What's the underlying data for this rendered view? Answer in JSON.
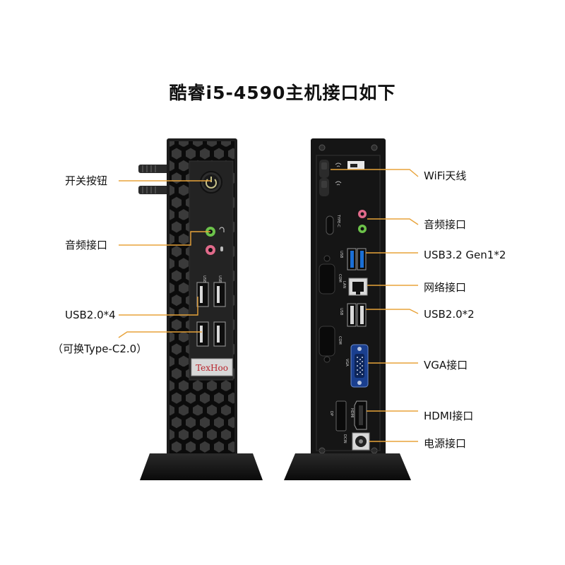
{
  "title": "酷睿i5-4590主机接口如下",
  "front_labels": {
    "power_button": "开关按钮",
    "audio": "音频接口",
    "usb": "USB2.0*4",
    "usb_note": "（可换Type-C2.0）"
  },
  "rear_labels": {
    "wifi": "WiFi天线",
    "audio": "音频接口",
    "usb3": "USB3.2 Gen1*2",
    "lan": "网络接口",
    "usb2": "USB2.0*2",
    "vga": "VGA接口",
    "hdmi": "HDMI接口",
    "power": "电源接口"
  },
  "brand": "TexHoo",
  "port_marks": {
    "usb": "USB",
    "typec": "TYPE-C",
    "com": "COM",
    "lan": "LAN",
    "vga": "VGA",
    "hdmi": "HDMI",
    "dp": "DP",
    "dcin": "DCIN"
  },
  "colors": {
    "leader_line": "#e8a33a",
    "chassis": "#1c1c1c",
    "usb3_blue": "#1a6fd6",
    "audio_green": "#6cc24a",
    "audio_pink": "#e06a8a"
  }
}
